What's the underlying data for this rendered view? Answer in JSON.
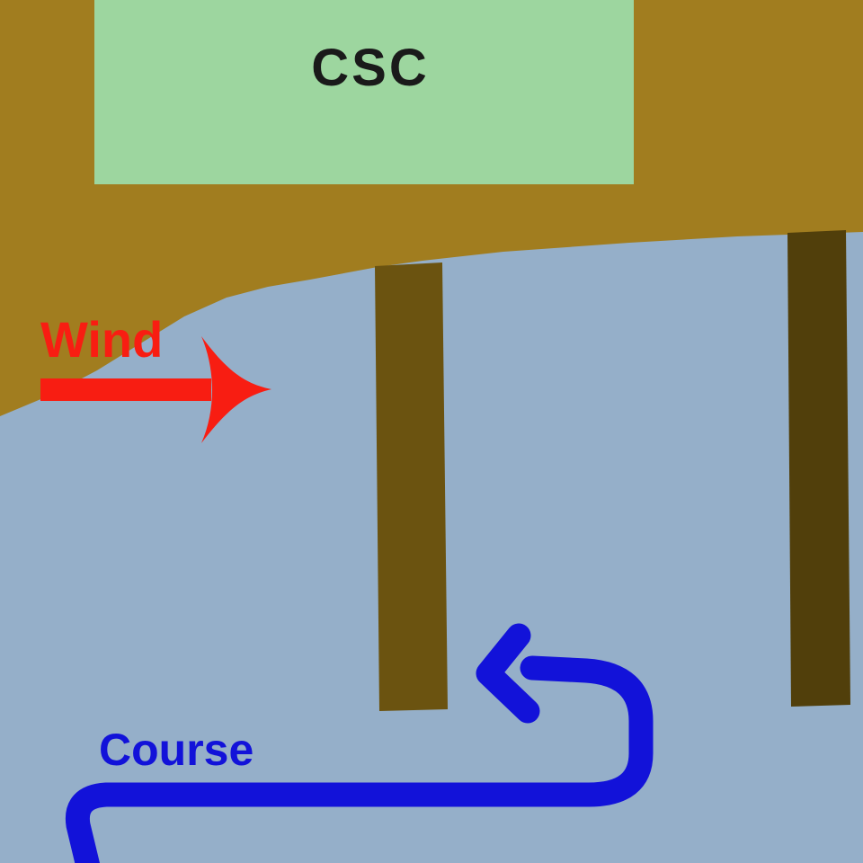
{
  "diagram": {
    "building_label": "CSC",
    "wind_label": "Wind",
    "course_label": "Course"
  },
  "colors": {
    "water": "#95afc9",
    "land": "#a17d1f",
    "building": "#9dd69f",
    "building_text": "#1a1a1a",
    "dock_left": "#6b5310",
    "dock_right": "#513f0b",
    "wind": "#f81d12",
    "course": "#1212d9"
  }
}
